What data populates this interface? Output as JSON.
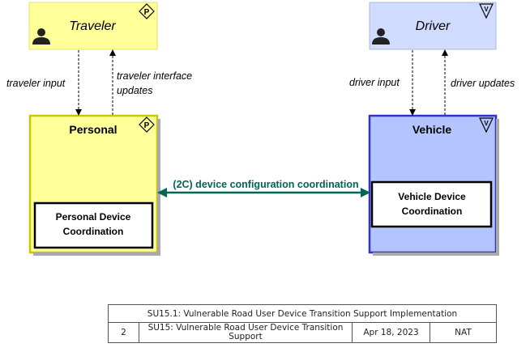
{
  "elements": {
    "traveler": {
      "name": "Traveler",
      "type": "P",
      "fill": "#ffff99",
      "border": "#e0e070"
    },
    "driver": {
      "name": "Driver",
      "type": "V",
      "fill": "#cfdcff",
      "border": "#a9b9e0"
    },
    "personal": {
      "name": "Personal",
      "type": "P",
      "fill": "#ffff99",
      "border": "#c8c800",
      "inner": "Personal Device Coordination"
    },
    "vehicle": {
      "name": "Vehicle",
      "type": "V",
      "fill": "#b3c4ff",
      "border": "#3333cc",
      "inner": "Vehicle Device Coordination"
    }
  },
  "flows": {
    "traveler_input": "traveler input",
    "traveler_updates_1": "traveler interface",
    "traveler_updates_2": "updates",
    "driver_input": "driver input",
    "driver_updates": "driver updates",
    "coordination": "(2C) device configuration coordination",
    "coordination_color": "#006655"
  },
  "legend": {
    "title": "SU15.1: Vulnerable Road User Device Transition Support Implementation",
    "number": "2",
    "subtitle_1": "SU15: Vulnerable Road User Device Transition",
    "subtitle_2": "Support",
    "date": "Apr 18, 2023",
    "org": "NAT"
  }
}
